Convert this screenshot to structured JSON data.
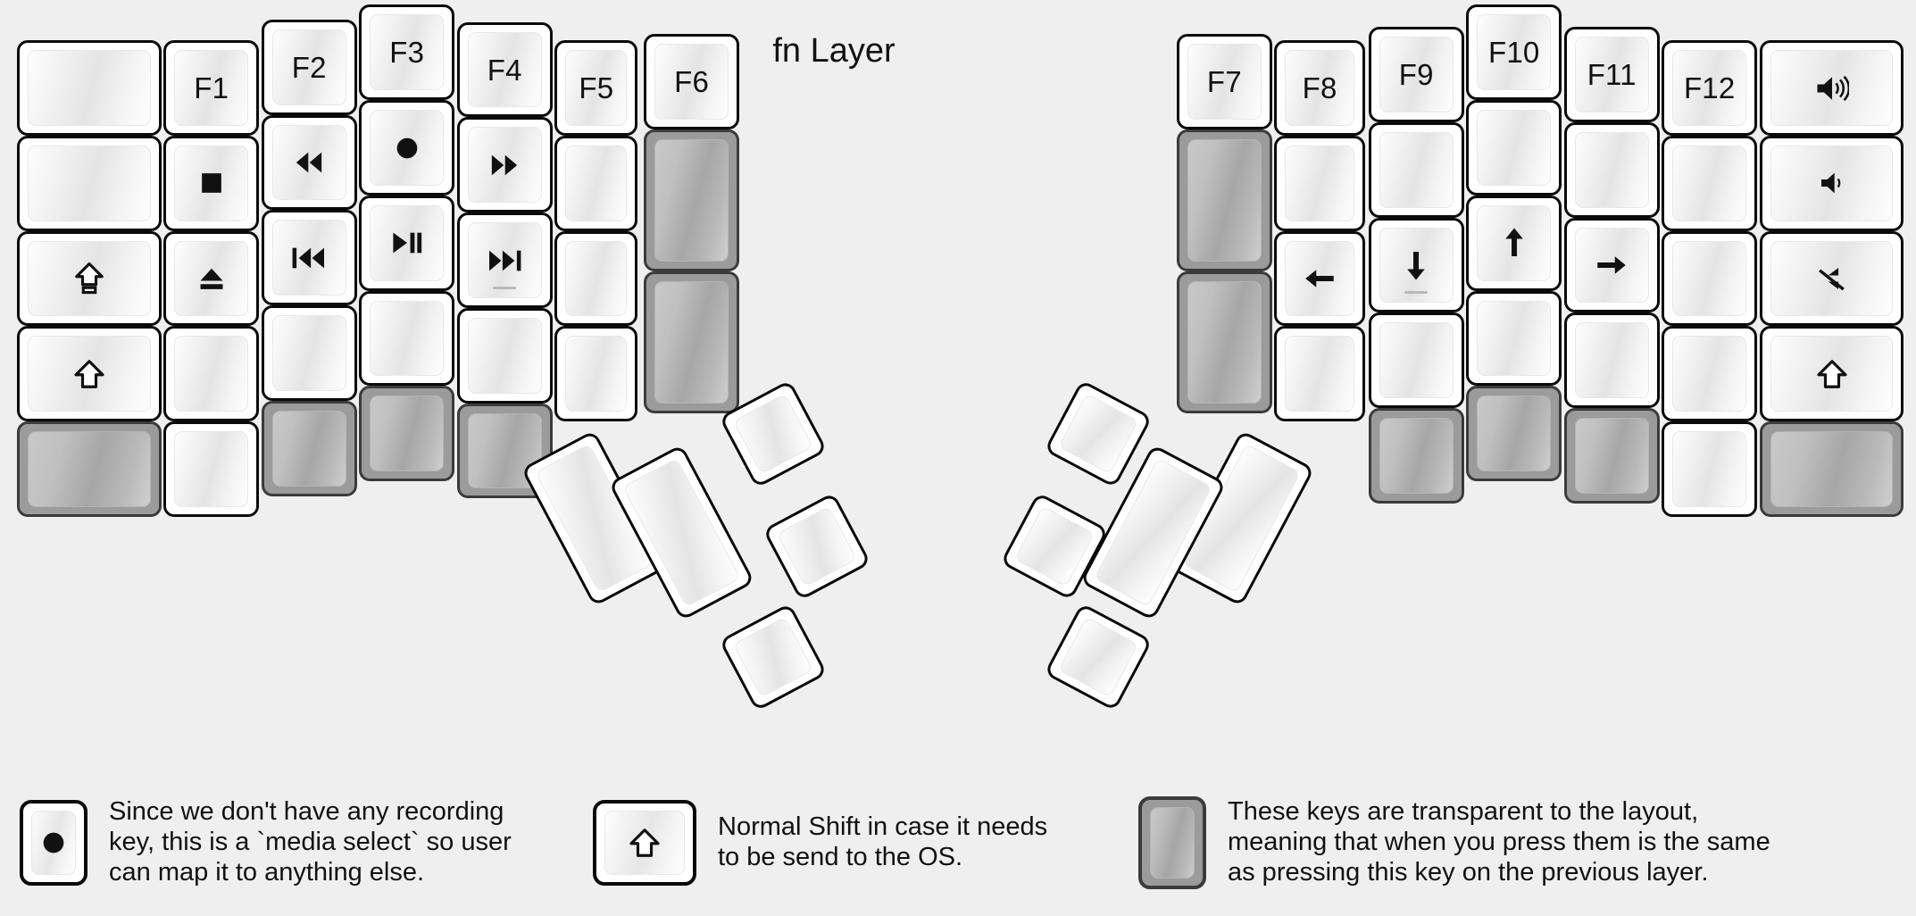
{
  "title": "fn Layer",
  "colors": {
    "background": "#efefef",
    "key_fill": "#ffffff",
    "key_border": "#0a0a0a",
    "transparent_key_fill": "#9b9b9b",
    "legend_text": "#111111"
  },
  "left_half": {
    "columns": [
      {
        "name": "col-pinky-outer",
        "keys": [
          {
            "label": "",
            "icon": "",
            "type": "blank"
          },
          {
            "label": "",
            "icon": "",
            "type": "blank"
          },
          {
            "label": "",
            "icon": "caps-lock-icon",
            "type": "icon"
          },
          {
            "label": "",
            "icon": "shift-icon",
            "type": "icon"
          },
          {
            "label": "",
            "icon": "",
            "type": "transparent"
          }
        ]
      },
      {
        "name": "col-pinky",
        "keys": [
          {
            "label": "F1",
            "icon": "",
            "type": "text"
          },
          {
            "label": "",
            "icon": "media-stop-icon",
            "type": "icon"
          },
          {
            "label": "",
            "icon": "media-eject-icon",
            "type": "icon"
          },
          {
            "label": "",
            "icon": "",
            "type": "blank"
          },
          {
            "label": "",
            "icon": "",
            "type": "blank"
          }
        ]
      },
      {
        "name": "col-ring",
        "keys": [
          {
            "label": "F2",
            "icon": "",
            "type": "text"
          },
          {
            "label": "",
            "icon": "media-rewind-icon",
            "type": "icon"
          },
          {
            "label": "",
            "icon": "media-previous-icon",
            "type": "icon"
          },
          {
            "label": "",
            "icon": "",
            "type": "blank"
          },
          {
            "label": "",
            "icon": "",
            "type": "transparent"
          }
        ]
      },
      {
        "name": "col-middle",
        "keys": [
          {
            "label": "F3",
            "icon": "",
            "type": "text"
          },
          {
            "label": "",
            "icon": "media-record-icon",
            "type": "icon"
          },
          {
            "label": "",
            "icon": "media-play-pause-icon",
            "type": "icon"
          },
          {
            "label": "",
            "icon": "",
            "type": "blank"
          },
          {
            "label": "",
            "icon": "",
            "type": "transparent"
          }
        ]
      },
      {
        "name": "col-index",
        "keys": [
          {
            "label": "F4",
            "icon": "",
            "type": "text"
          },
          {
            "label": "",
            "icon": "media-fast-forward-icon",
            "type": "icon"
          },
          {
            "label": "",
            "icon": "media-next-icon",
            "type": "icon",
            "homing": true
          },
          {
            "label": "",
            "icon": "",
            "type": "blank"
          },
          {
            "label": "",
            "icon": "",
            "type": "transparent"
          }
        ]
      },
      {
        "name": "col-index-inner",
        "keys": [
          {
            "label": "F5",
            "icon": "",
            "type": "text"
          },
          {
            "label": "",
            "icon": "",
            "type": "blank"
          },
          {
            "label": "",
            "icon": "",
            "type": "blank"
          },
          {
            "label": "",
            "icon": "",
            "type": "blank"
          }
        ]
      },
      {
        "name": "col-inner",
        "keys": [
          {
            "label": "F6",
            "icon": "",
            "type": "text"
          },
          {
            "label": "",
            "icon": "",
            "type": "transparent-tall"
          },
          {
            "label": "",
            "icon": "",
            "type": "transparent-tall"
          }
        ]
      }
    ]
  },
  "right_half": {
    "columns": [
      {
        "name": "col-inner",
        "keys": [
          {
            "label": "F7",
            "icon": "",
            "type": "text"
          },
          {
            "label": "",
            "icon": "",
            "type": "transparent-tall"
          },
          {
            "label": "",
            "icon": "",
            "type": "transparent-tall"
          }
        ]
      },
      {
        "name": "col-index-inner",
        "keys": [
          {
            "label": "F8",
            "icon": "",
            "type": "text"
          },
          {
            "label": "",
            "icon": "",
            "type": "blank"
          },
          {
            "label": "",
            "icon": "arrow-left-icon",
            "type": "icon"
          },
          {
            "label": "",
            "icon": "",
            "type": "blank"
          }
        ]
      },
      {
        "name": "col-index",
        "keys": [
          {
            "label": "F9",
            "icon": "",
            "type": "text"
          },
          {
            "label": "",
            "icon": "",
            "type": "blank"
          },
          {
            "label": "",
            "icon": "arrow-down-icon",
            "type": "icon",
            "homing": true
          },
          {
            "label": "",
            "icon": "",
            "type": "blank"
          },
          {
            "label": "",
            "icon": "",
            "type": "transparent"
          }
        ]
      },
      {
        "name": "col-middle",
        "keys": [
          {
            "label": "F10",
            "icon": "",
            "type": "text"
          },
          {
            "label": "",
            "icon": "",
            "type": "blank"
          },
          {
            "label": "",
            "icon": "arrow-up-icon",
            "type": "icon"
          },
          {
            "label": "",
            "icon": "",
            "type": "blank"
          },
          {
            "label": "",
            "icon": "",
            "type": "transparent"
          }
        ]
      },
      {
        "name": "col-ring",
        "keys": [
          {
            "label": "F11",
            "icon": "",
            "type": "text"
          },
          {
            "label": "",
            "icon": "",
            "type": "blank"
          },
          {
            "label": "",
            "icon": "arrow-right-icon",
            "type": "icon"
          },
          {
            "label": "",
            "icon": "",
            "type": "blank"
          },
          {
            "label": "",
            "icon": "",
            "type": "transparent"
          }
        ]
      },
      {
        "name": "col-pinky",
        "keys": [
          {
            "label": "F12",
            "icon": "",
            "type": "text"
          },
          {
            "label": "",
            "icon": "",
            "type": "blank"
          },
          {
            "label": "",
            "icon": "",
            "type": "blank"
          },
          {
            "label": "",
            "icon": "",
            "type": "blank"
          },
          {
            "label": "",
            "icon": "",
            "type": "blank"
          }
        ]
      },
      {
        "name": "col-pinky-outer",
        "keys": [
          {
            "label": "",
            "icon": "volume-up-icon",
            "type": "icon"
          },
          {
            "label": "",
            "icon": "volume-down-icon",
            "type": "icon"
          },
          {
            "label": "",
            "icon": "volume-mute-icon",
            "type": "icon"
          },
          {
            "label": "",
            "icon": "shift-icon",
            "type": "icon"
          },
          {
            "label": "",
            "icon": "",
            "type": "transparent"
          }
        ]
      }
    ]
  },
  "thumb_clusters": {
    "left": [
      {
        "name": "thumb-l-1",
        "type": "blank"
      },
      {
        "name": "thumb-l-2",
        "type": "blank"
      },
      {
        "name": "thumb-l-3",
        "type": "blank"
      },
      {
        "name": "thumb-l-4",
        "type": "blank"
      },
      {
        "name": "thumb-l-5",
        "type": "blank"
      }
    ],
    "right": [
      {
        "name": "thumb-r-1",
        "type": "blank"
      },
      {
        "name": "thumb-r-2",
        "type": "blank"
      },
      {
        "name": "thumb-r-3",
        "type": "blank"
      },
      {
        "name": "thumb-r-4",
        "type": "blank"
      },
      {
        "name": "thumb-r-5",
        "type": "blank"
      }
    ]
  },
  "notes": [
    {
      "icon": "media-record-icon",
      "key_type": "white",
      "text": "Since we don't have any recording\nkey, this is a `media select` so user\ncan map it to anything else."
    },
    {
      "icon": "shift-icon",
      "key_type": "white",
      "text": "Normal Shift in case it needs\nto be send to the OS."
    },
    {
      "icon": "",
      "key_type": "transparent",
      "text": "These keys are transparent to the layout,\nmeaning that when you press them is the same\nas pressing this key on the previous layer."
    }
  ]
}
